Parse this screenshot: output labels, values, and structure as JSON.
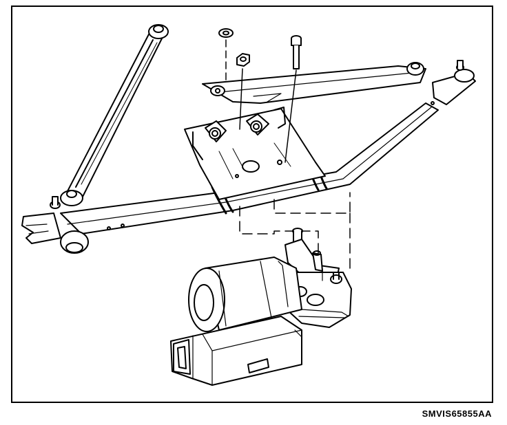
{
  "figure": {
    "caption_code": "SMVIS65855AA"
  },
  "colors": {
    "line": "#000000",
    "fill": "#ffffff"
  },
  "parts": [
    "left-wiper-arm-linkage",
    "right-wiper-arm-linkage",
    "transmission-frame-tube",
    "motor-mounting-bracket",
    "washer",
    "nut",
    "bolt",
    "wiper-motor",
    "motor-connector"
  ]
}
